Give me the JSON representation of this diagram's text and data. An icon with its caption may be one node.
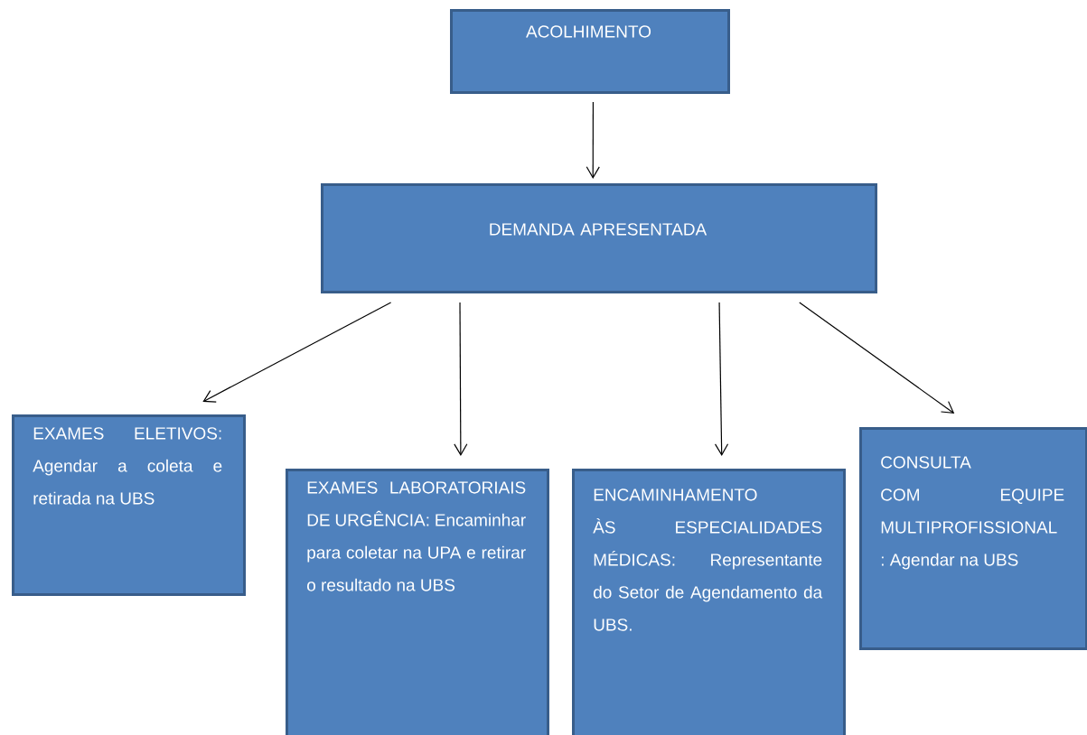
{
  "diagram": {
    "nodes": [
      {
        "text": [
          "ACOLHIMENTO"
        ]
      },
      {
        "text": [
          "DEMANDA APRESENTADA"
        ]
      },
      {
        "text": [
          "EXAMES ELETIVOS: Agendar a coleta e retirada na UBS"
        ]
      },
      {
        "text": [
          "EXAMES LABORATORIAIS DE URGÊNCIA: Encaminhar para coletar na UPA e retirar o resultado na UBS"
        ]
      },
      {
        "text": [
          "ENCAMINHAMENTO ÀS ESPECIALIDADES MÉDICAS: Representante do Setor de Agendamento da UBS."
        ]
      },
      {
        "text": [
          "CONSULTA COM EQUIPE MULTIPROFISSIONAL : Agendar na UBS"
        ]
      }
    ],
    "edges": [
      {
        "from": 0,
        "to": 1,
        "arrow": "to"
      },
      {
        "from": 1,
        "to": 2,
        "arrow": "to"
      },
      {
        "from": 1,
        "to": 3,
        "arrow": "to"
      },
      {
        "from": 1,
        "to": 4,
        "arrow": "to"
      },
      {
        "from": 1,
        "to": 5,
        "arrow": "to"
      }
    ]
  }
}
